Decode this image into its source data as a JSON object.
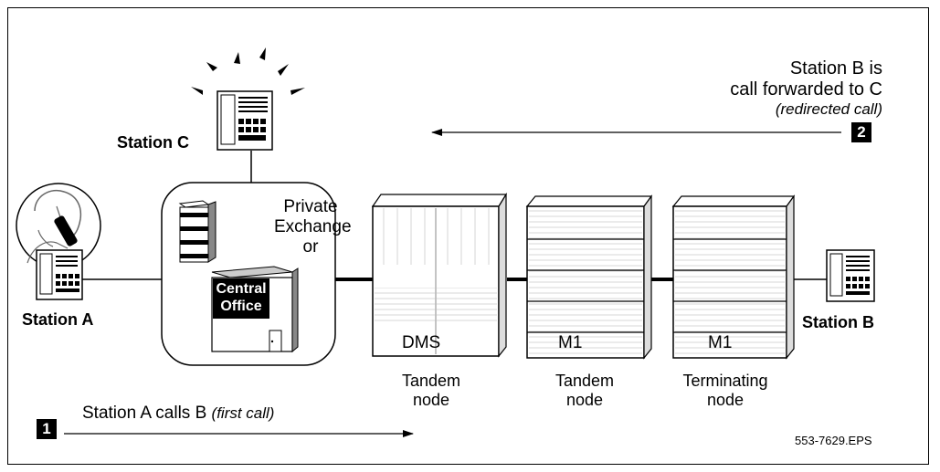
{
  "stations": {
    "a": "Station A",
    "b": "Station B",
    "c": "Station C"
  },
  "exchange": {
    "line1": "Private",
    "line2": "Exchange",
    "line3": "or",
    "sign_line1": "Central",
    "sign_line2": "Office"
  },
  "nodes": [
    {
      "switch": "DMS",
      "line1": "Tandem",
      "line2": "node"
    },
    {
      "switch": "M1",
      "line1": "Tandem",
      "line2": "node"
    },
    {
      "switch": "M1",
      "line1": "Terminating",
      "line2": "node"
    }
  ],
  "step1": {
    "number": "1",
    "text": "Station A calls B",
    "note": "(first call)"
  },
  "step2": {
    "number": "2",
    "line1": "Station B is",
    "line2": "call forwarded to C",
    "note": "(redirected call)"
  },
  "figure_id": "553-7629.EPS"
}
